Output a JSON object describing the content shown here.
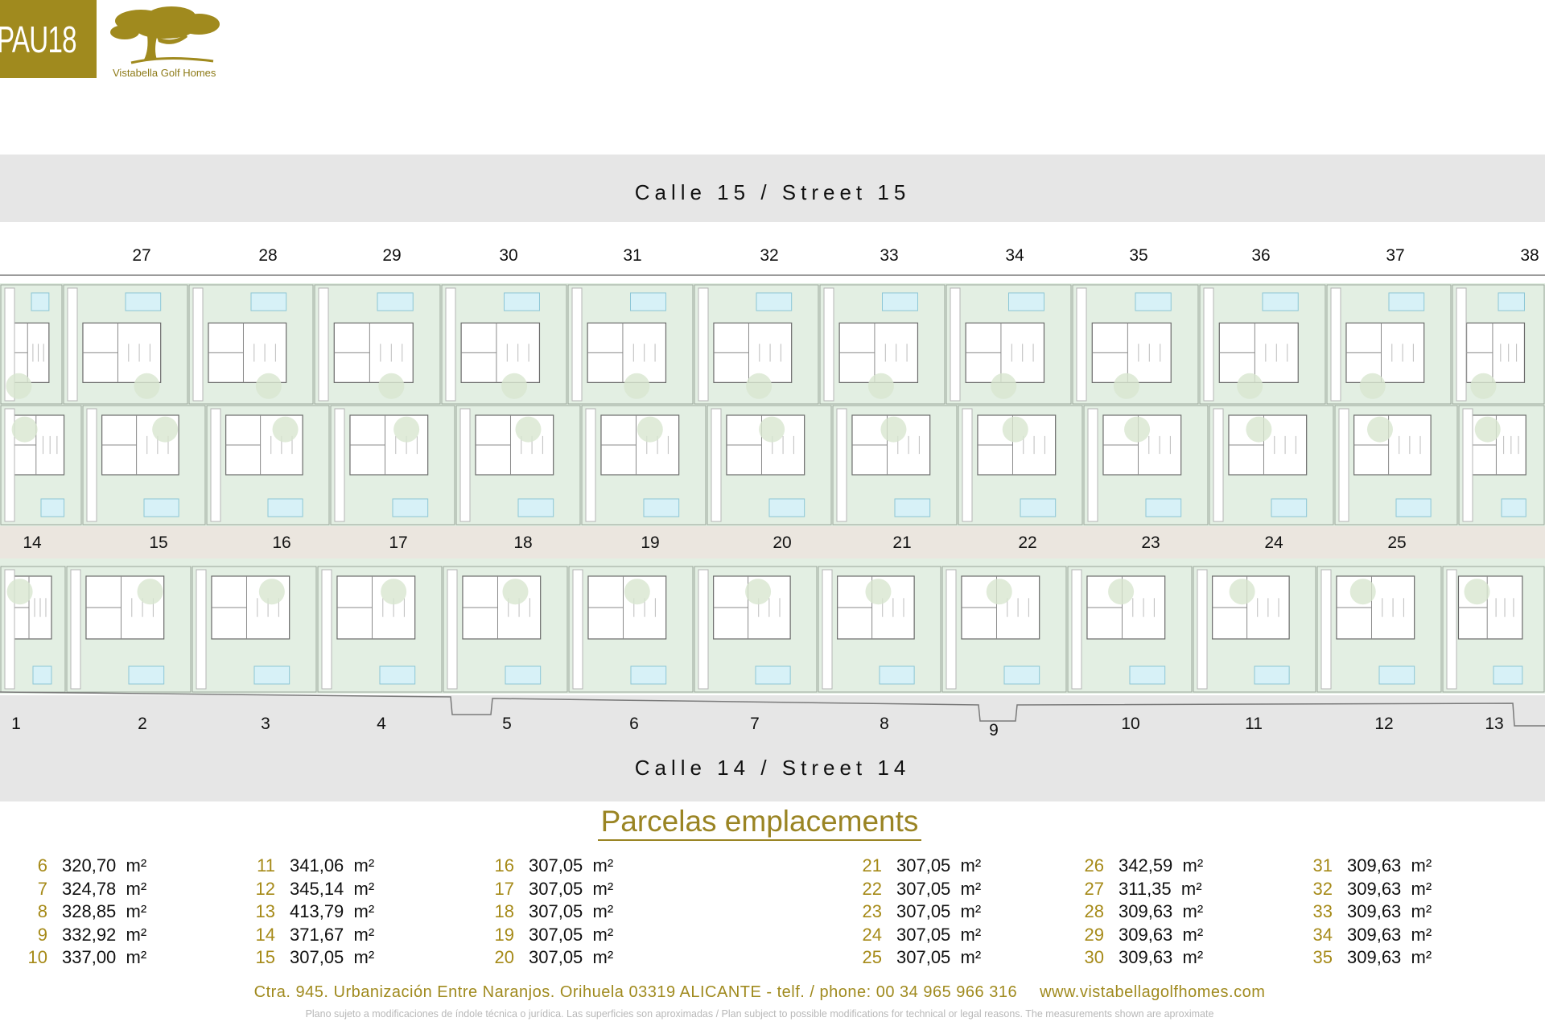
{
  "header": {
    "badge": "PAU18",
    "brand_name": "Vistabella Golf Homes",
    "brand_color": "#a08a1e"
  },
  "plan": {
    "street_top": "Calle 15 / Street 15",
    "street_bottom": "Calle 14 / Street 14",
    "colors": {
      "road": "#e6e6e6",
      "garden": "#e3efe3",
      "inner_road": "#ebe6df",
      "pool": "#d7f1f7"
    },
    "top_row_numbers": [
      "27",
      "28",
      "29",
      "30",
      "31",
      "32",
      "33",
      "34",
      "35",
      "36",
      "37",
      "38"
    ],
    "middle_row_numbers": [
      "14",
      "15",
      "16",
      "17",
      "18",
      "19",
      "20",
      "21",
      "22",
      "23",
      "24",
      "25"
    ],
    "bottom_row_numbers": [
      "1",
      "2",
      "3",
      "4",
      "5",
      "6",
      "7",
      "8",
      "9",
      "10",
      "11",
      "12",
      "13"
    ]
  },
  "legend": {
    "title": "Parcelas emplacements",
    "columns": [
      [
        {
          "num": "6",
          "area": "320,70  m²"
        },
        {
          "num": "7",
          "area": "324,78  m²"
        },
        {
          "num": "8",
          "area": "328,85  m²"
        },
        {
          "num": "9",
          "area": "332,92  m²"
        },
        {
          "num": "10",
          "area": "337,00  m²"
        }
      ],
      [
        {
          "num": "11",
          "area": "341,06  m²"
        },
        {
          "num": "12",
          "area": "345,14  m²"
        },
        {
          "num": "13",
          "area": "413,79  m²"
        },
        {
          "num": "14",
          "area": "371,67  m²"
        },
        {
          "num": "15",
          "area": "307,05  m²"
        }
      ],
      [
        {
          "num": "16",
          "area": "307,05  m²"
        },
        {
          "num": "17",
          "area": "307,05  m²"
        },
        {
          "num": "18",
          "area": "307,05  m²"
        },
        {
          "num": "19",
          "area": "307,05  m²"
        },
        {
          "num": "20",
          "area": "307,05  m²"
        }
      ],
      [
        {
          "num": "21",
          "area": "307,05  m²"
        },
        {
          "num": "22",
          "area": "307,05  m²"
        },
        {
          "num": "23",
          "area": "307,05  m²"
        },
        {
          "num": "24",
          "area": "307,05  m²"
        },
        {
          "num": "25",
          "area": "307,05  m²"
        }
      ],
      [
        {
          "num": "26",
          "area": "342,59  m²"
        },
        {
          "num": "27",
          "area": "311,35  m²"
        },
        {
          "num": "28",
          "area": "309,63  m²"
        },
        {
          "num": "29",
          "area": "309,63  m²"
        },
        {
          "num": "30",
          "area": "309,63  m²"
        }
      ],
      [
        {
          "num": "31",
          "area": "309,63  m²"
        },
        {
          "num": "32",
          "area": "309,63  m²"
        },
        {
          "num": "33",
          "area": "309,63  m²"
        },
        {
          "num": "34",
          "area": "309,63  m²"
        },
        {
          "num": "35",
          "area": "309,63  m²"
        }
      ]
    ]
  },
  "footer": {
    "address": "Ctra. 945. Urbanización Entre Naranjos. Orihuela 03319 ALICANTE - telf. / phone: 00 34 965 966 316",
    "website": "www.vistabellagolfhomes.com",
    "disclaimer": "Plano sujeto a modificaciones de índole técnica o jurídica. Las superficies son aproximadas / Plan subject to possible modifications for technical or legal reasons. The measurements  shown are aproximate"
  }
}
